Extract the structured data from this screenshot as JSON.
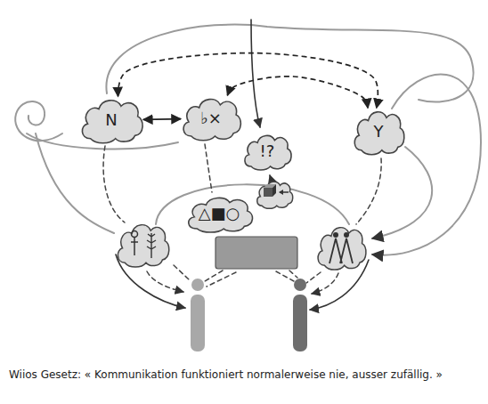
{
  "diagram": {
    "caption": "Wiios Gesetz: « Kommunikation funktioniert normalerweise nie, ausser zufällig. »",
    "nodes": [
      {
        "text": [
          "N"
        ]
      },
      {
        "text": [
          "♭×"
        ]
      },
      {
        "text": [
          "!?"
        ]
      },
      {
        "text": [
          "Y"
        ]
      },
      {
        "text": [
          "△■○"
        ]
      }
    ],
    "edges": [
      {
        "from": 0,
        "to": 1,
        "arrow": "both"
      },
      {
        "from": 0,
        "to": 3,
        "arrow": "both"
      },
      {
        "from": 1,
        "to": 3,
        "arrow": "both"
      }
    ]
  }
}
